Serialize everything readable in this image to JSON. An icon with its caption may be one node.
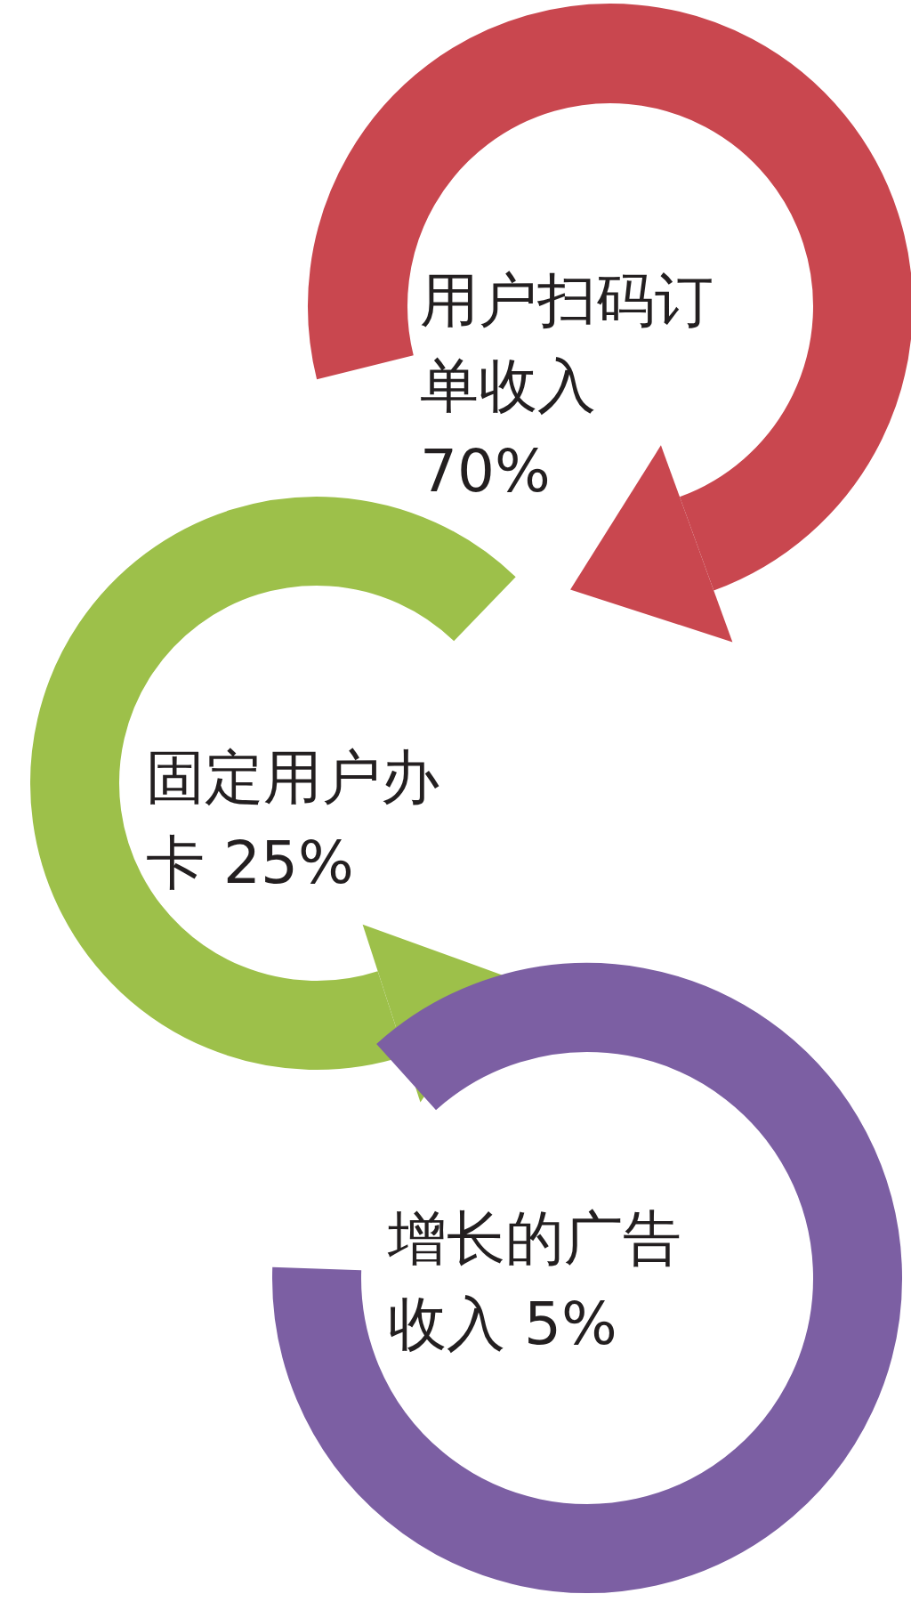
{
  "diagram": {
    "nodes": [
      {
        "text": [
          "用户扫码订单收入 70%"
        ]
      },
      {
        "text": [
          "固定用户办卡 25%"
        ]
      },
      {
        "text": [
          "增长的广告收入 5%"
        ]
      }
    ]
  }
}
